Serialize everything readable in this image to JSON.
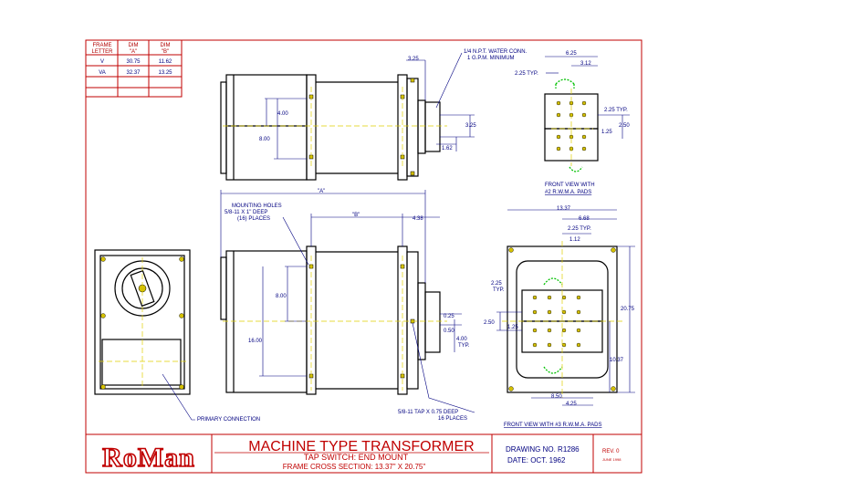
{
  "frame_table": {
    "headers": [
      [
        "FRAME",
        "LETTER"
      ],
      [
        "DIM",
        "\"A\""
      ],
      [
        "DIM",
        "\"B\""
      ]
    ],
    "rows": [
      [
        "V",
        "30.75",
        "11.62"
      ],
      [
        "VA",
        "32.37",
        "13.25"
      ],
      [
        "",
        "",
        ""
      ],
      [
        "",
        "",
        ""
      ]
    ]
  },
  "title_block": {
    "logo_text": "RoMan",
    "title": "MACHINE TYPE TRANSFORMER",
    "subtitle_1": "TAP SWITCH: END MOUNT",
    "subtitle_2": "FRAME CROSS SECTION: 13.37\" X 20.75\"",
    "drawing_no": "DRAWING NO. R1286",
    "date": "DATE: OCT. 1962",
    "rev": "REV. 0",
    "rev_date": "JUNE 1998"
  },
  "top_view": {
    "dim_3_25": "3.25",
    "water_note_1": "1/4 N.P.T. WATER CONN.",
    "water_note_2": "1 G.P.M. MINIMUM",
    "dim_4_00": "4.00",
    "dim_8_00": "8.00",
    "dim_3_25b": "3.25",
    "dim_1_62": "1.62"
  },
  "front_view_2": {
    "dim_6_25": "6.25",
    "dim_3_12": "3.12",
    "dim_2_25": "2.25 TYP.",
    "dim_2_25b": "2.25 TYP.",
    "dim_2_50": "2.50",
    "dim_1_25": "1.25",
    "caption_1": "FRONT VIEW WITH",
    "caption_2": "#2 R.W.M.A. PADS"
  },
  "side_view": {
    "dim_a": "\"A\"",
    "dim_b": "\"B\"",
    "mount_note_1": "MOUNTING HOLES",
    "mount_note_2": "5/8-11 X 1\" DEEP",
    "mount_note_3": "(16) PLACES",
    "dim_4_38": "4.38",
    "dim_8_00": "8.00",
    "dim_16_00": "16.00",
    "dim_0_25": "0.25",
    "dim_0_50": "0.50",
    "dim_4_00": "4.00",
    "dim_4_00_typ": "TYP.",
    "tap_note_1": "5/8-11 TAP X 0.75 DEEP",
    "tap_note_2": "16 PLACES",
    "primary_note": "PRIMARY CONNECTION"
  },
  "front_view_3": {
    "dim_13_37": "13.37",
    "dim_6_68": "6.68",
    "dim_2_25": "2.25 TYP.",
    "dim_1_12": "1.12",
    "dim_2_25b": "2.25",
    "dim_2_25b_typ": "TYP.",
    "dim_2_50": "2.50",
    "dim_1_25": "1.25",
    "dim_20_75": "20.75",
    "dim_10_37": "10.37",
    "dim_8_50": "8.50",
    "dim_4_25": "4.25",
    "caption": "FRONT VIEW WITH #3 R.W.M.A. PADS"
  },
  "colors": {
    "border": "#c00000",
    "outline": "#000000",
    "dimension": "#000080",
    "centerline": "#e0d000",
    "coolant": "#00c000",
    "logo": "#c00000"
  }
}
